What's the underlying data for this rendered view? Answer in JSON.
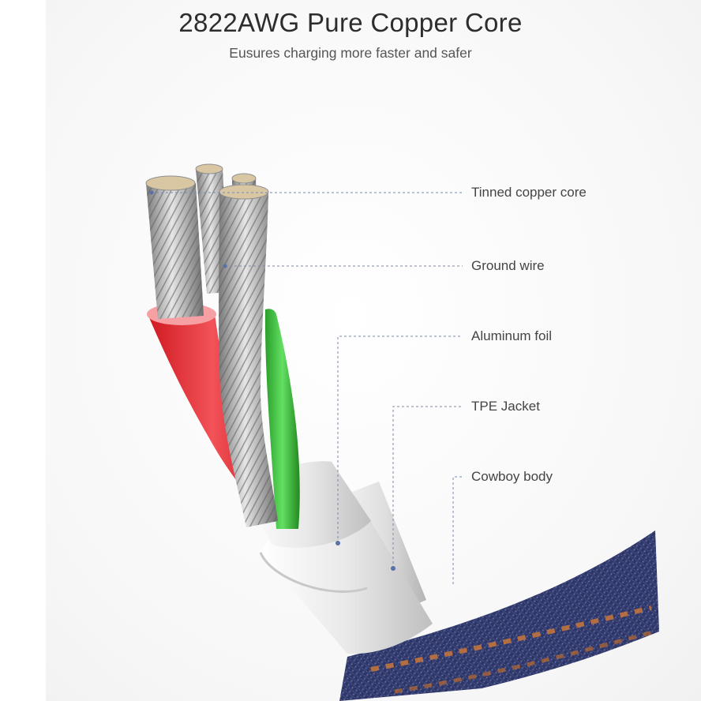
{
  "header": {
    "title": "2822AWG Pure Copper Core",
    "subtitle": "Eusures charging more faster and safer"
  },
  "callouts": [
    {
      "id": "tinned-copper-core",
      "label": "Tinned copper core"
    },
    {
      "id": "ground-wire",
      "label": "Ground wire"
    },
    {
      "id": "aluminum-foil",
      "label": "Aluminum foil"
    },
    {
      "id": "tpe-jacket",
      "label": "TPE Jacket"
    },
    {
      "id": "cowboy-body",
      "label": "Cowboy body"
    }
  ],
  "colors": {
    "denim": "#2c3566",
    "stitch": "#c9753a",
    "red_insulation": "#e3262b",
    "green_insulation": "#3bc43b",
    "jacket": "#e6e6e6",
    "wire_steel": "#9a9a9a",
    "leader_line": "#7b88a8"
  }
}
